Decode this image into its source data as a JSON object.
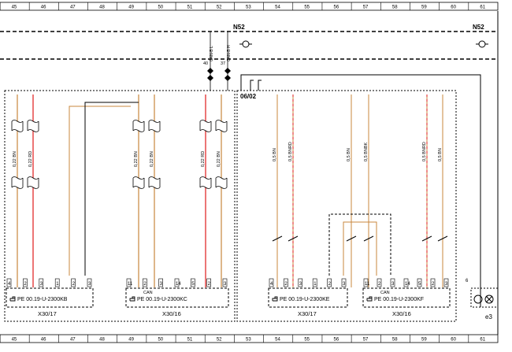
{
  "ruler": {
    "columns": [
      "45",
      "46",
      "47",
      "48",
      "49",
      "50",
      "51",
      "52",
      "53",
      "54",
      "55",
      "56",
      "57",
      "58",
      "59",
      "60",
      "61"
    ]
  },
  "bus": {
    "left_label": "N52",
    "right_label": "N52",
    "tap_labels": [
      "CAN-B L",
      "CAN-B H"
    ],
    "pin_labels": [
      "40",
      "37"
    ],
    "section_label": "06/02"
  },
  "wires": [
    {
      "size": "0,22",
      "color": "BN",
      "hex": "#c8873d"
    },
    {
      "size": "0,22",
      "color": "RD",
      "hex": "#e01a1a"
    },
    {
      "size": "0,22",
      "color": "BN",
      "hex": "#c8873d"
    },
    {
      "size": "0,22",
      "color": "BN",
      "hex": "#c8873d"
    },
    {
      "size": "0,22",
      "color": "RD",
      "hex": "#e01a1a"
    },
    {
      "size": "0,22",
      "color": "BN",
      "hex": "#c8873d"
    },
    {
      "size": "0,5",
      "color": "BN",
      "hex": "#c8873d"
    },
    {
      "size": "0,5",
      "color": "BNRD",
      "hex": "#c8873d"
    },
    {
      "size": "0,5",
      "color": "BN",
      "hex": "#c8873d"
    },
    {
      "size": "0,5",
      "color": "BNBK",
      "hex": "#c8873d"
    },
    {
      "size": "0,5",
      "color": "BNRD",
      "hex": "#c8873d"
    },
    {
      "size": "0,5",
      "color": "BN",
      "hex": "#c8873d"
    }
  ],
  "connectors": [
    {
      "part": "PE 00.19-U-2300KB",
      "pins": [
        "4",
        "2",
        "3",
        "1",
        "2",
        "3"
      ]
    },
    {
      "part": "PE 00.19-U-2300KC",
      "sub": "CAN",
      "pins": [
        "11",
        "2",
        "3",
        "14",
        "5",
        "2",
        "3"
      ]
    },
    {
      "part": "PE 00.19-U-2300KE",
      "pins": [
        "4",
        "2",
        "3",
        "1",
        "2",
        "3"
      ]
    },
    {
      "part": "PE 00.19-U-2300KF",
      "sub": "CAN",
      "pins": [
        "11",
        "2",
        "3",
        "14",
        "5",
        "2",
        "3",
        "6"
      ]
    }
  ],
  "group_labels": [
    "X30/17",
    "X30/16",
    "X30/17",
    "X30/16"
  ],
  "end_label": "e3",
  "colors": {
    "brown": "#c8873d",
    "red": "#e01a1a",
    "black": "#000000"
  },
  "icons": [
    "ground-symbol-icon",
    "splice-diamond-icon",
    "hand-pointer-icon",
    "lamp-icon"
  ]
}
